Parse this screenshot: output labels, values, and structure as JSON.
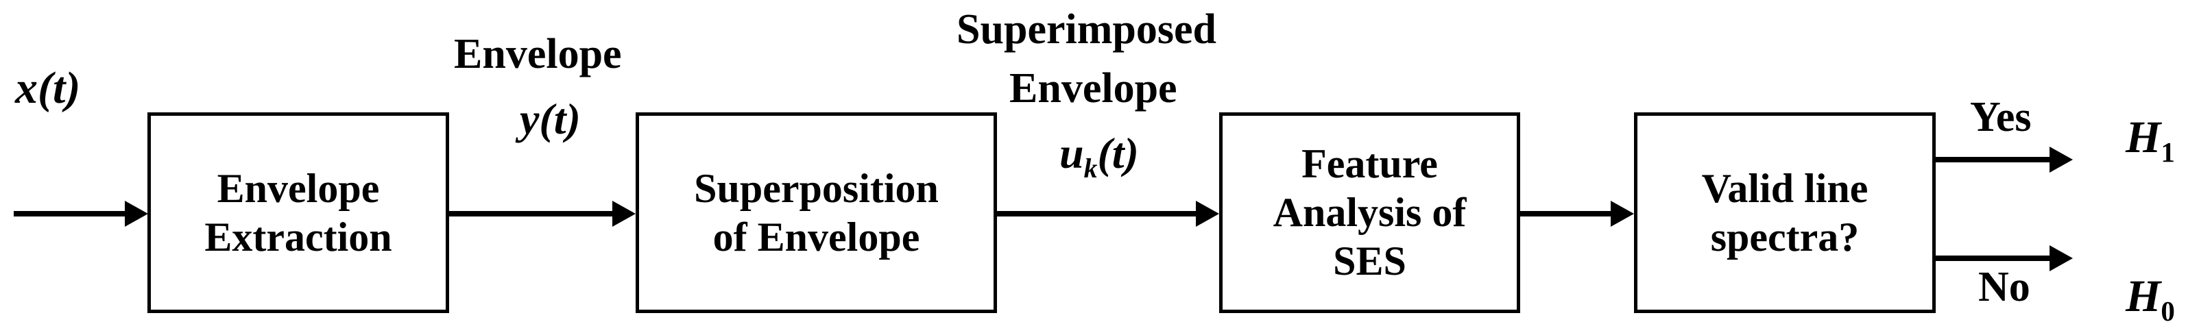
{
  "diagram": {
    "title": "Envelope-based line spectra detection flowchart",
    "background_color": "#ffffff",
    "stroke_color": "#000000"
  },
  "input": {
    "signal_label": "x(t)"
  },
  "boxes": [
    {
      "id": "envelope-extraction",
      "label": "Envelope\nExtraction"
    },
    {
      "id": "superposition",
      "label": "Superposition\nof Envelope"
    },
    {
      "id": "feature-analysis",
      "label": "Feature\nAnalysis of\nSES"
    },
    {
      "id": "valid-line-spectra",
      "label": "Valid line\nspectra?"
    }
  ],
  "edge_labels": {
    "envelope_word": "Envelope",
    "envelope_symbol_base": "y",
    "envelope_symbol_tail": "(t)",
    "superimposed_word_1": "Superimposed",
    "superimposed_word_2": "Envelope",
    "superimposed_symbol_base": "u",
    "superimposed_symbol_sub": "k",
    "superimposed_symbol_tail": "(t)"
  },
  "decisions": {
    "yes_label": "Yes",
    "no_label": "No"
  },
  "outputs": [
    {
      "id": "hypothesis-1",
      "base": "H",
      "sub": "1"
    },
    {
      "id": "hypothesis-0",
      "base": "H",
      "sub": "0"
    }
  ]
}
